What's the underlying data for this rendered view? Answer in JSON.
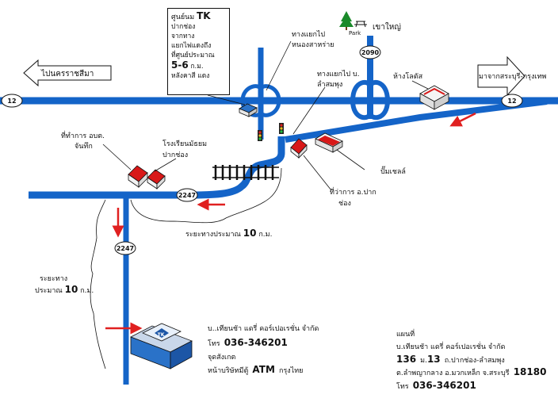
{
  "colors": {
    "road": "#1464c8",
    "arrow": "#e02020",
    "roof": "#d81818",
    "rail": "#111111"
  },
  "info_box": {
    "line1_prefix": "ศูนย์นม",
    "line1_tk": "TK",
    "line2": "ปากช่อง",
    "line3": "จากทาง",
    "line4": "แยกไฟแดงถึง",
    "line5": "ที่ศูนย์ประมาณ",
    "line6_num": "5-6",
    "line6_unit": "ก.ม.",
    "line7": "หลังคาสี แดง"
  },
  "direction_arrows": {
    "left": "ไปนครราชสีมา",
    "right": "มาจากสระบุรี-กรุงเทพ"
  },
  "road_shields": {
    "r12_left": "12",
    "r12_right": "12",
    "r2090": "2090",
    "r2247_top": "2247",
    "r2247_left": "2247"
  },
  "park": {
    "label": "Park",
    "name": "เขาใหญ่"
  },
  "labels": {
    "nong_sarai_1": "ทางแยกไป",
    "nong_sarai_2": "หนองสาหร่าย",
    "lamsompung_1": "ทางแยกไป บ.",
    "lamsompung_2": "ลำสมพุง",
    "lotus": "ห้างโลตัส",
    "district_office_1": "ที่ทำการ อบต.",
    "district_office_2": "จันทึก",
    "school_1": "โรงเรียนมัธยม",
    "school_2": "ปากช่อง",
    "shell": "ปั๊มเชลล์",
    "amphoe_1": "ที่ว่าการ อ.ปาก",
    "amphoe_2": "ช่อง",
    "distance_horizontal_prefix": "ระยะทางประมาณ",
    "distance_horizontal_num": "10",
    "distance_horizontal_unit": "ก.ม.",
    "distance_vertical_1": "ระยะทาง",
    "distance_vertical_prefix": "ประมาณ",
    "distance_vertical_num": "10",
    "distance_vertical_unit": "ก.ม."
  },
  "destination": {
    "company": "บ..เทียนชัา แดรี่ คอร์เปอเรชั่น จำกัด",
    "phone_prefix": "โทร",
    "phone": "036-346201",
    "point": "จุดสังเกต",
    "landmark_prefix": "หน้าบริษัทมีตู้",
    "landmark_atm": "ATM",
    "landmark_suffix": "กรุงไทย"
  },
  "address": {
    "heading": "แผนที่",
    "company": "บ.เทียนชัา แดรี่ คอร์เปอเรชั่น จำกัด",
    "line_num1": "136",
    "line_mid1": "ม.",
    "line_num2": "13",
    "line_rest": "ถ.ปากช่อง-ลำสมพุง",
    "line3": "ต.ลำพญากลาง อ.มวกเหล็ก จ.สระบุรี",
    "postcode": "18180",
    "phone_prefix": "โทร",
    "phone": "036-346201"
  }
}
